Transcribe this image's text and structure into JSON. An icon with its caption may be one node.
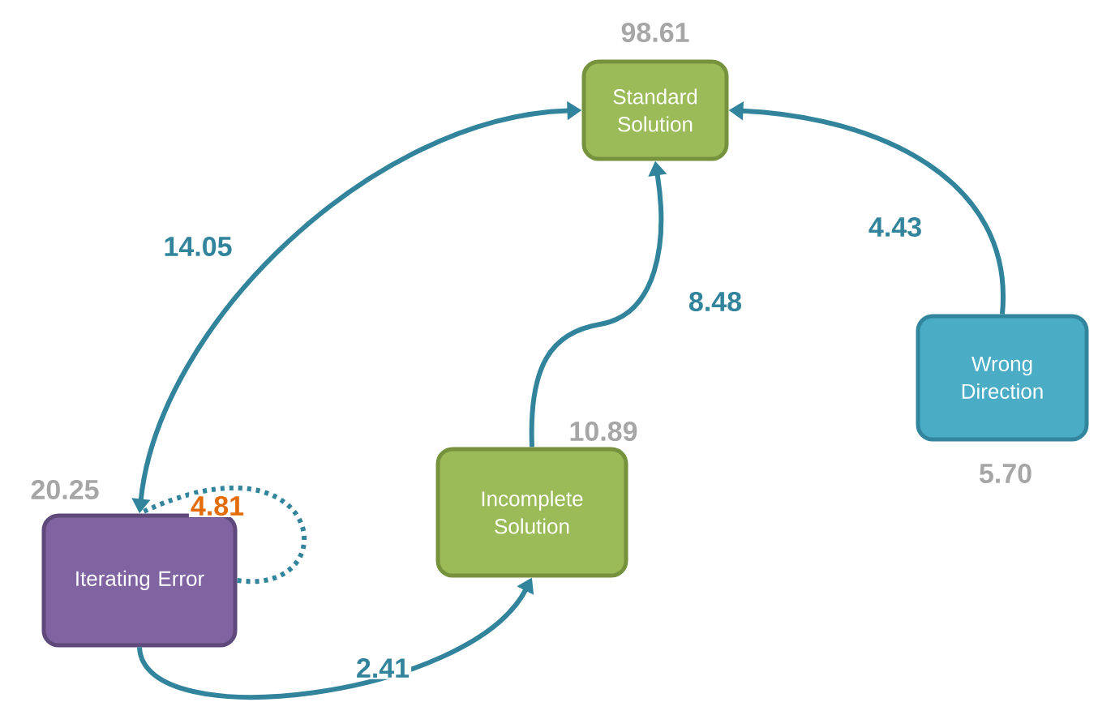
{
  "diagram": {
    "nodes": [
      {
        "text": [
          "Standard Solution"
        ],
        "beside": [
          "98.61"
        ]
      },
      {
        "text": [
          "Wrong Direction"
        ],
        "beside": [
          "5.70"
        ]
      },
      {
        "text": [
          "Incomplete Solution"
        ],
        "beside": [
          "10.89"
        ]
      },
      {
        "text": [
          "Iterating Error"
        ],
        "beside": [
          "20.25"
        ]
      }
    ],
    "edges": [
      {
        "from": 3,
        "to": 0,
        "arrow": "both",
        "label": "14.05"
      },
      {
        "from": 2,
        "to": 0,
        "arrow": "to",
        "label": "8.48"
      },
      {
        "from": 1,
        "to": 0,
        "arrow": "to",
        "label": "4.43"
      },
      {
        "from": 3,
        "to": 2,
        "arrow": "to",
        "label": "2.41"
      },
      {
        "from": 3,
        "to": 3,
        "arrow": "none",
        "label": "4.81",
        "style": "dashed"
      }
    ]
  }
}
